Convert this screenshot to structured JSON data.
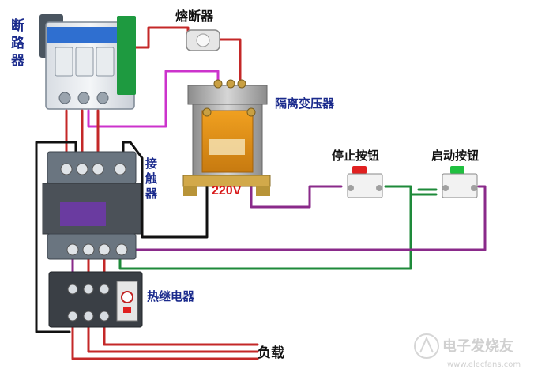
{
  "labels": {
    "breaker": [
      "断",
      "路",
      "器"
    ],
    "fuse": "熔断器",
    "transformer": "隔离变压器",
    "voltage": "220V",
    "contactor": [
      "接",
      "触",
      "器"
    ],
    "stop_button": "停止按钮",
    "start_button": "启动按钮",
    "thermal_relay": "热继电器",
    "load": "负载"
  },
  "watermark": {
    "brand": "电子发烧友",
    "url": "www.elecfans.com"
  },
  "colors": {
    "label_blue": "#1a2a8c",
    "voltage_red": "#d81818",
    "wire_red": "#c42828",
    "wire_purple": "#8a2a8a",
    "wire_magenta": "#cc33cc",
    "wire_green": "#1e8a3a",
    "wire_black": "#111111",
    "stop_red": "#e02020",
    "start_green": "#20c040"
  }
}
